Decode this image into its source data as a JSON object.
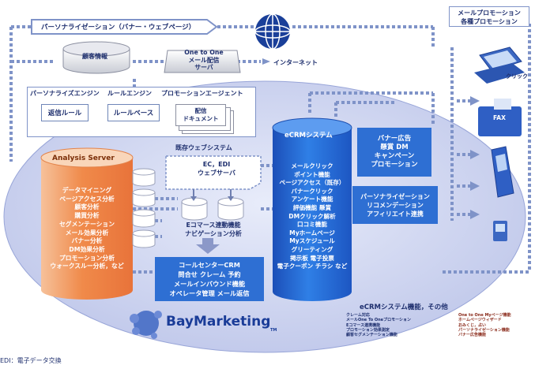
{
  "diagram": {
    "top_banner": "パーソナライゼーション（バナー・ウェブページ）",
    "right_header": [
      "メールプロモーション",
      "各種プロモーション"
    ],
    "customer_info": "顧客情報",
    "mail_server": [
      "One to One",
      "メール配信",
      "サーバ"
    ],
    "internet": "インターネット",
    "click": "クリック",
    "fax": "FAX",
    "engines": {
      "personalize_engine": "パーソナライズエンジン",
      "rule_engine": "ルールエンジン",
      "promotion_agent": "プロモーションエージェント",
      "reply_rules": "返信ルール",
      "rule_base": "ルールベース",
      "delivery_doc": [
        "配信",
        "ドキュメント"
      ]
    },
    "existing_web": "既存ウェブシステム",
    "ec_server": [
      "EC，EDI",
      "ウェブサーバ"
    ],
    "ecommerce": [
      "Eコマース連動機能",
      "ナビゲーション分析"
    ],
    "analysis_server": {
      "title": "Analysis Server",
      "items": [
        "データマイニング",
        "ページアクセス分析",
        "顧客分析",
        "購買分析",
        "セグメンテーション",
        "メール効果分析",
        "バナー分析",
        "DM効果分析",
        "プロモーション分析",
        "ウォークスルー分析，など"
      ]
    },
    "ecrm": {
      "title": "eCRMシステム",
      "items": [
        "メールクリック",
        "ポイント機能",
        "ページアクセス（既存）",
        "バナークリック",
        "アンケート機能",
        "評価機能 懸賞",
        "DMクリック解析",
        "口コミ機能",
        "Myホームページ",
        "Myスケジュール",
        "グリーティング",
        "掲示板 電子投票",
        "電子クーポン チラシ など"
      ]
    },
    "promo_box": [
      "バナー広告",
      "懸賞 DM",
      "キャンペーン",
      "プロモーション"
    ],
    "personalize_box": [
      "パーソナライゼーション",
      "リコメンデーション",
      "アフィリエイト連携"
    ],
    "callcenter_box": [
      "コールセンターCRM",
      "問合せ クレーム 予約",
      "メールインバウンド機能",
      "オペレータ管理 メール返信"
    ],
    "logo": "BayMarketing",
    "logo_tm": "TM",
    "footnote": "EDI：電子データ交換",
    "functions": {
      "title": "eCRMシステム機能，その他",
      "left": [
        "クレーム対応",
        "メールOne To Oneプロモーション",
        "Eコマース連携機能",
        "プロモーション効果測定",
        "顧客セグメンテーション機能"
      ],
      "right": [
        "One to One Myページ機能",
        "ホームページウィザード",
        "おみくじ，占い",
        "パーソナライゼーション機能",
        "バナー広告機能"
      ]
    }
  }
}
